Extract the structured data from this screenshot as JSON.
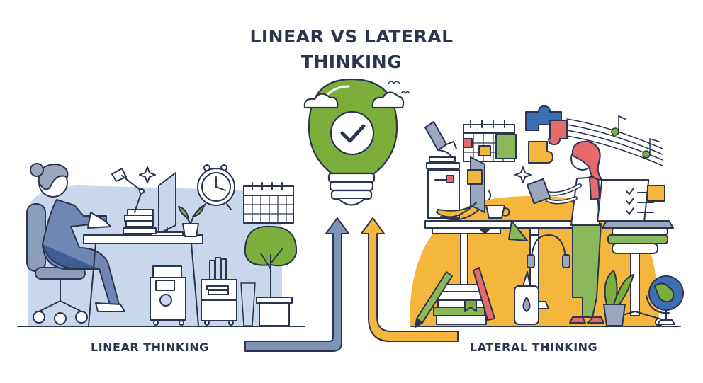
{
  "title": {
    "line1": "LINEAR VS LATERAL",
    "line2": "THINKING"
  },
  "labels": {
    "linear": "LINEAR THINKING",
    "lateral": "LATERAL THINKING"
  },
  "colors": {
    "outline": "#2c3550",
    "linear_blob": "#c9d7ec",
    "linear_arrow": "#7f93b8",
    "lateral_blob": "#f4b63c",
    "lateral_arrow": "#f4b63c",
    "bulb": "#7cae3c",
    "person_shirt": "#e56a6a",
    "person_pants": "#8ab85a",
    "person_hair_linear": "#9aa7bf",
    "person_hair_lateral": "#e56a6a"
  },
  "icons": [
    "lightbulb-icon",
    "checkmark-icon",
    "alarm-clock-icon",
    "calendar-icon",
    "monitor-icon",
    "desk-lamp-icon",
    "potted-plant-icon",
    "microscope-icon",
    "puzzle-icon",
    "music-notes-icon",
    "globe-icon",
    "headphones-icon",
    "glue-bottle-icon",
    "pencil-icon",
    "books-icon",
    "laptop-icon"
  ]
}
